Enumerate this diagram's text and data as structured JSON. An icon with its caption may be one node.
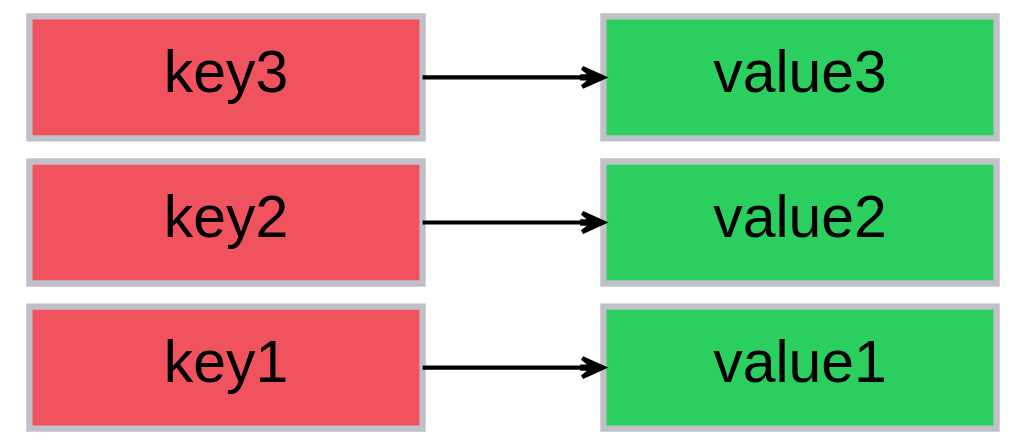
{
  "diagram": {
    "nodes": [
      {
        "text": [
          "key1"
        ]
      },
      {
        "text": [
          "key2"
        ]
      },
      {
        "text": [
          "key3"
        ]
      },
      {
        "text": [
          "value2"
        ]
      },
      {
        "text": [
          "value3"
        ]
      },
      {
        "text": [
          "value1"
        ]
      }
    ],
    "edges": [
      {
        "from": 0,
        "to": 5,
        "arrow": "to"
      },
      {
        "from": 1,
        "to": 3,
        "arrow": "to"
      },
      {
        "from": 2,
        "to": 4,
        "arrow": "to"
      }
    ]
  }
}
